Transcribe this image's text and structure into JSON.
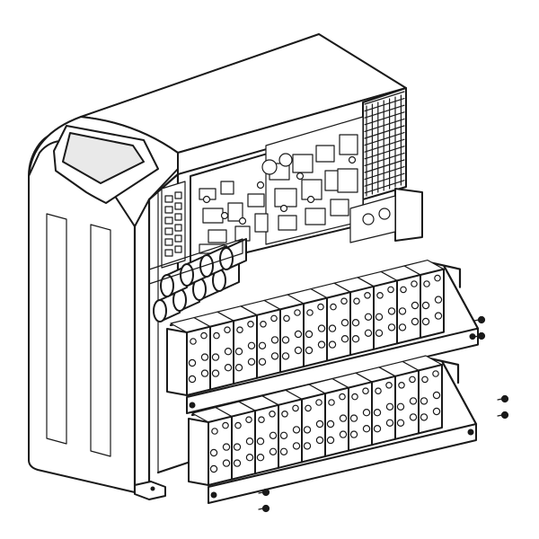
{
  "colors": {
    "line": "#1a1a1a",
    "fill": "#ffffff",
    "screen": "#e9e9e9"
  },
  "parts": [
    {
      "name": "cabinet",
      "icon": "ups-cabinet-icon"
    },
    {
      "name": "touch-display",
      "icon": "display-panel-icon"
    },
    {
      "name": "control-boards",
      "icon": "circuit-board-icon"
    },
    {
      "name": "capacitor-bank",
      "icon": "capacitor-icon"
    },
    {
      "name": "battery-tray-upper",
      "icon": "battery-tray-icon"
    },
    {
      "name": "battery-tray-lower",
      "icon": "battery-tray-icon"
    },
    {
      "name": "mounting-screws",
      "icon": "screw-icon"
    }
  ],
  "battery_rows": {
    "upper_blocks": 11,
    "lower_blocks": 10
  }
}
